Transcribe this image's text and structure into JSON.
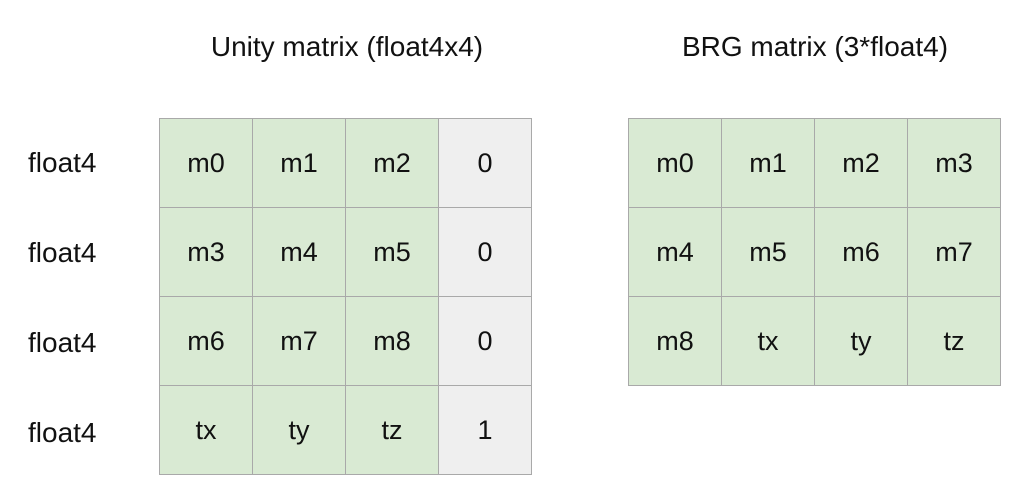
{
  "unity": {
    "title": "Unity matrix (float4x4)",
    "row_labels": [
      "float4",
      "float4",
      "float4",
      "float4"
    ],
    "rows": [
      [
        "m0",
        "m1",
        "m2",
        "0"
      ],
      [
        "m3",
        "m4",
        "m5",
        "0"
      ],
      [
        "m6",
        "m7",
        "m8",
        "0"
      ],
      [
        "tx",
        "ty",
        "tz",
        "1"
      ]
    ]
  },
  "brg": {
    "title": "BRG matrix (3*float4)",
    "rows": [
      [
        "m0",
        "m1",
        "m2",
        "m3"
      ],
      [
        "m4",
        "m5",
        "m6",
        "m7"
      ],
      [
        "m8",
        "tx",
        "ty",
        "tz"
      ]
    ]
  },
  "colors": {
    "cell_green": "#d9ead3",
    "cell_gray": "#efefef",
    "grid_line": "#a9a9a9"
  }
}
